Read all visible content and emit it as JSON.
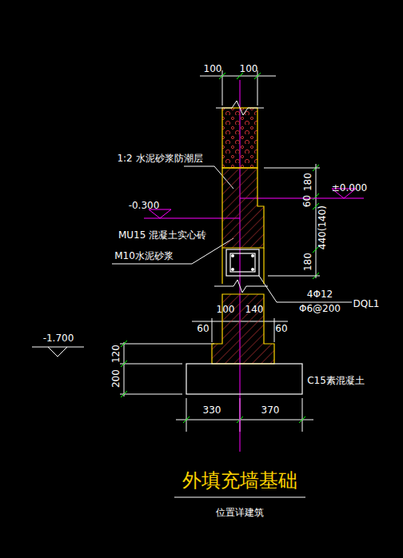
{
  "diagram": {
    "title": "外填充墙基础",
    "caption": "位置详建筑",
    "labels": [
      "100",
      "100",
      "1:2 水泥砂浆防潮层",
      "±0.000",
      "-0.300",
      "MU15 混凝土实心砖",
      "M10水泥砂浆",
      "180",
      "60",
      "440(140)",
      "180",
      "4Φ12",
      "Φ6@200",
      "DQL1",
      "100",
      "140",
      "60",
      "60",
      "-1.700",
      "120",
      "200",
      "C15素混凝土",
      "330",
      "370"
    ]
  }
}
